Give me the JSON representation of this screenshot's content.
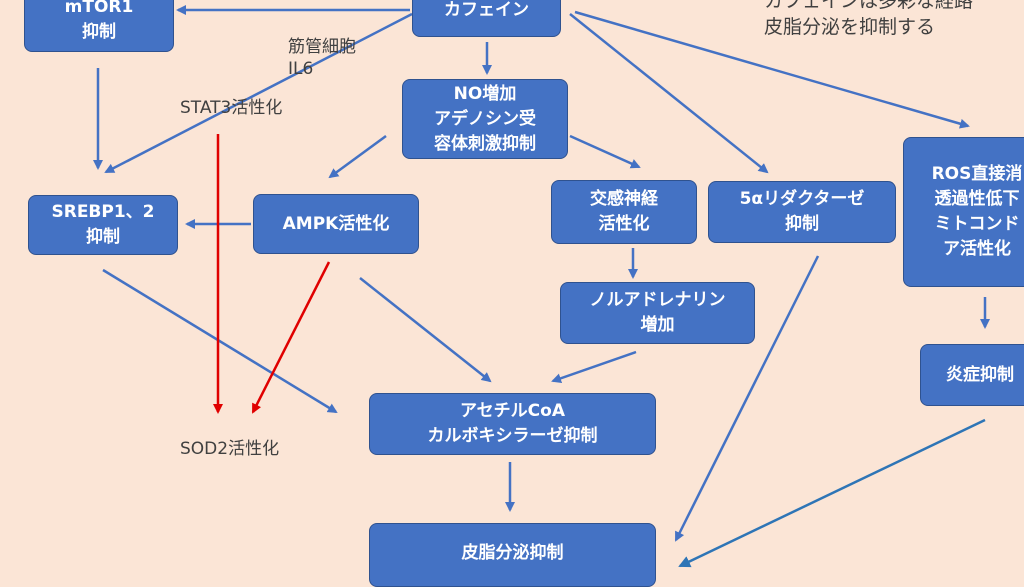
{
  "colors": {
    "background": "#fbe5d6",
    "box": "#4472c4",
    "arrow_blue": "#4472c4",
    "arrow_red": "#e00000",
    "arrow_teal": "#2e75b6"
  },
  "nodes": {
    "mtor1": [
      "mTOR1",
      "抑制"
    ],
    "caffeine": [
      "カフェイン"
    ],
    "no": [
      "NO増加",
      "アデノシン受",
      "容体刺激抑制"
    ],
    "srebp": [
      "SREBP1、2",
      "抑制"
    ],
    "ampk": [
      "AMPK活性化"
    ],
    "sympathetic": [
      "交感神経",
      "活性化"
    ],
    "reductase": [
      "5αリダクターゼ",
      "抑制"
    ],
    "ros": [
      "ROS直接消",
      "透過性低下",
      "ミトコンド",
      "ア活性化"
    ],
    "noradrenaline": [
      "ノルアドレナリン",
      "増加"
    ],
    "inflammation": [
      "炎症抑制"
    ],
    "acc": [
      "アセチルCoA",
      "カルボキシラーゼ抑制"
    ],
    "sebum": [
      "皮脂分泌抑制"
    ]
  },
  "labels": {
    "muscle": [
      "筋管細胞",
      "IL6"
    ],
    "stat3": "STAT3活性化",
    "sod2": "SOD2活性化"
  },
  "note": [
    "カフェインは多彩な経路",
    "皮脂分泌を抑制する"
  ]
}
